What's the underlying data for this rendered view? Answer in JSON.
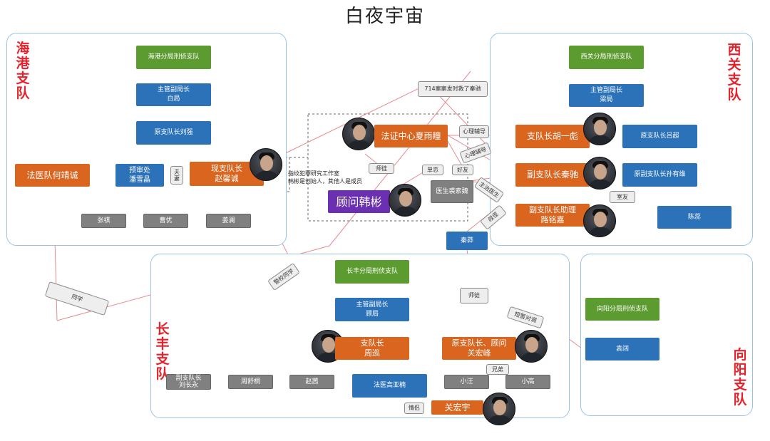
{
  "title": "白夜宇宙",
  "regions": {
    "haigang": {
      "label": "海港支队"
    },
    "xiguan": {
      "label": "西关支队"
    },
    "changfeng": {
      "label": "长丰支队"
    },
    "xiangyang": {
      "label": "向阳支队"
    }
  },
  "haigang": {
    "dept": "海港分局刑侦支队",
    "deputy": [
      "主管副局长",
      "白局"
    ],
    "former": "原支队长刘强",
    "forensic": "法医队何靖诚",
    "prosecutor": [
      "预审处",
      "潘雪晶"
    ],
    "couple": "夫妻",
    "captain": [
      "现支队长",
      "赵馨诚"
    ],
    "members": [
      "张祺",
      "曹优",
      "姜澜"
    ]
  },
  "center": {
    "forensic_center": "法证中心夏雨瞳",
    "consultant": "顾问韩彬",
    "doctor": "医生裘索魏",
    "note": [
      "指纹犯罪研究工作室",
      "韩彬是创始人，其他人是成员"
    ],
    "qinyi": "秦莽"
  },
  "xiguan": {
    "dept": "西关分局刑侦支队",
    "deputy": [
      "主管副局长",
      "梁局"
    ],
    "captain": "支队长胡一彪",
    "former": "原支队长吕超",
    "vice": "副支队长秦驰",
    "former_vice": "原副支队长孙有维",
    "assistant": [
      "副支队长助理",
      "路铭嘉"
    ],
    "chen": "陈蕊"
  },
  "changfeng": {
    "dept": "长丰分局刑侦支队",
    "deputy": [
      "主管副局长",
      "顾局"
    ],
    "captain": [
      "支队长",
      "周巡"
    ],
    "former": [
      "原支队长、顾问",
      "关宏峰"
    ],
    "members": [
      [
        "副支队长",
        "刘长永"
      ],
      "周舒桐",
      "赵茜",
      "小汪",
      "小高"
    ],
    "forensic": "法医高亚楠",
    "guan": "关宏宇"
  },
  "xiangyang": {
    "dept": "向阳分局刑侦支队",
    "member": "袁阔"
  },
  "tags": {
    "case714": "714案案发时救了秦驰",
    "counsel1": "心理辅导",
    "counsel2": "心理辅导",
    "master1": "师徒",
    "crush": "单恋",
    "friend": "好友",
    "attending": "主治医生",
    "roommate": "室友",
    "respect": "叔侄",
    "schoolmate": "警校同学",
    "classmate": "同学",
    "master2": "师徒",
    "training": "短暂对调",
    "brothers": "兄弟",
    "lovers": "情侣"
  }
}
